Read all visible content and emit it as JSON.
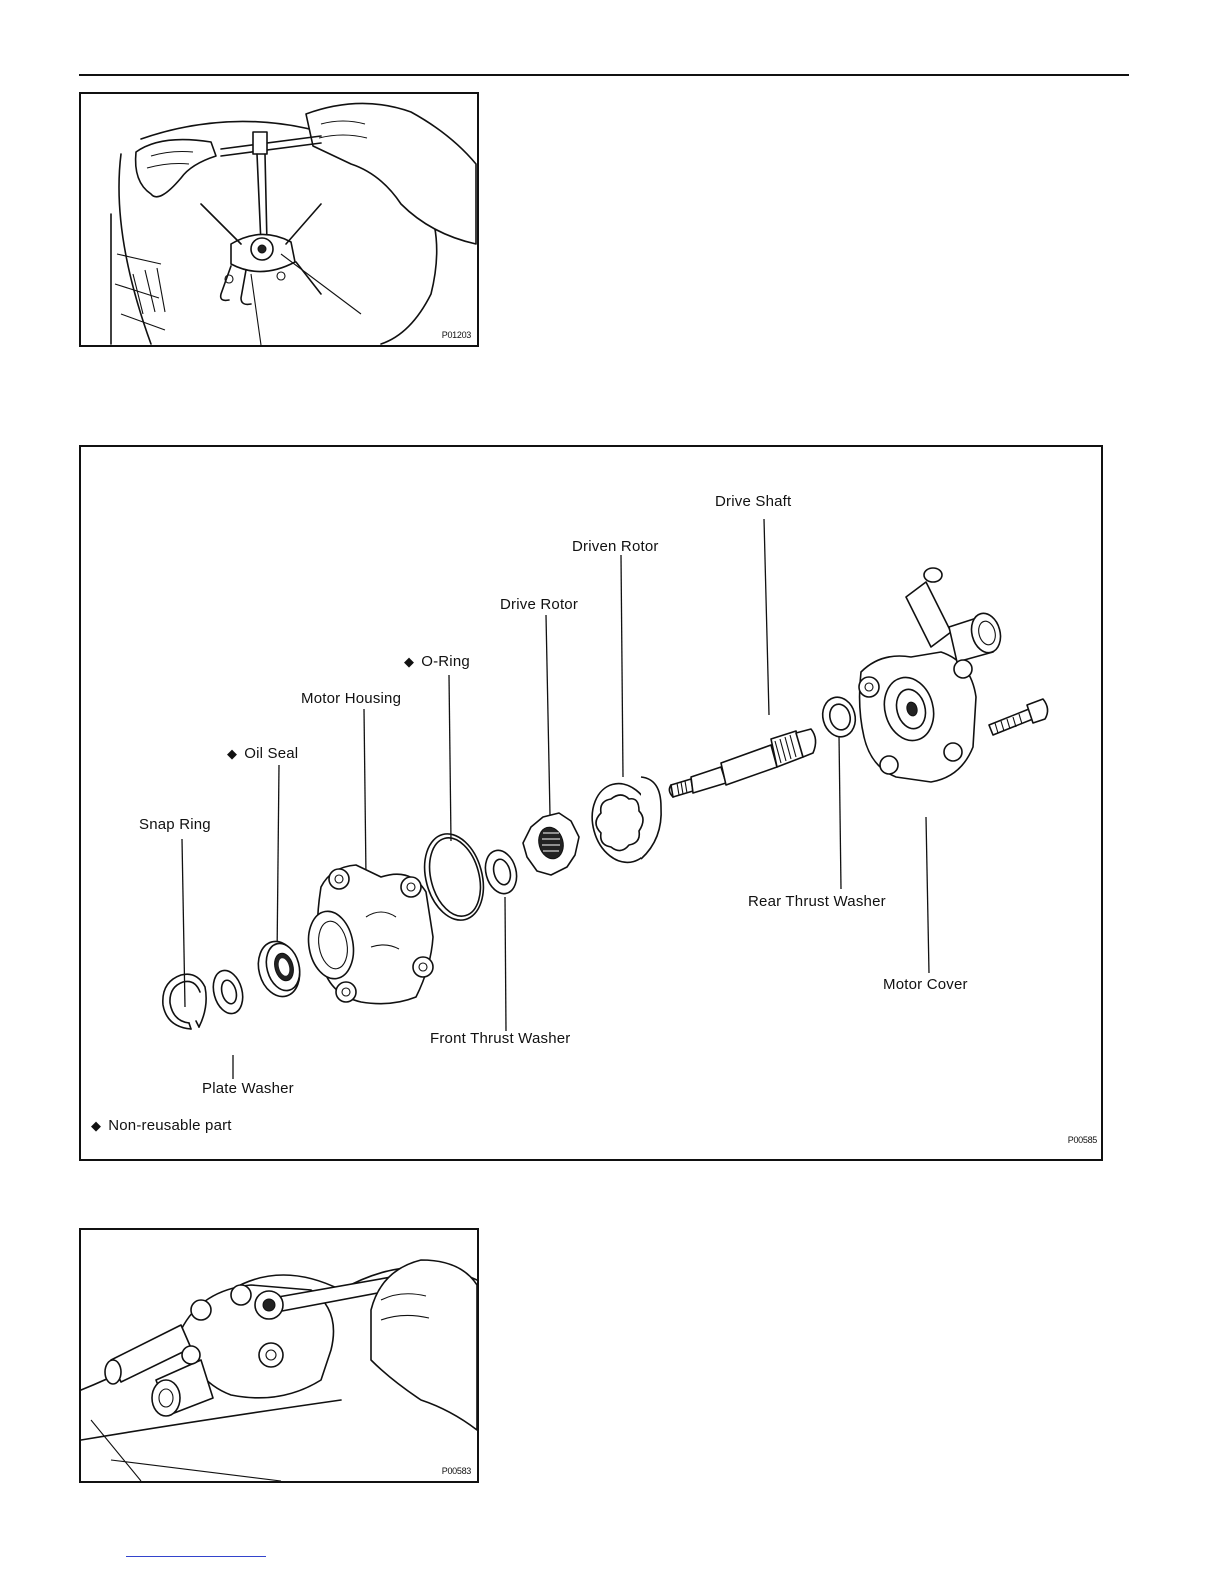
{
  "figure_top": {
    "code": "P01203"
  },
  "figure_exploded": {
    "code": "P00585",
    "labels": {
      "drive_shaft": "Drive Shaft",
      "driven_rotor": "Driven Rotor",
      "drive_rotor": "Drive Rotor",
      "o_ring": "O-Ring",
      "motor_housing": "Motor Housing",
      "oil_seal": "Oil Seal",
      "snap_ring": "Snap Ring",
      "rear_thrust_washer": "Rear Thrust Washer",
      "motor_cover": "Motor Cover",
      "front_thrust_washer": "Front Thrust Washer",
      "plate_washer": "Plate Washer"
    },
    "legend": {
      "marker": "◆",
      "text": "Non-reusable part"
    }
  },
  "figure_bottom": {
    "code": "P00583"
  }
}
